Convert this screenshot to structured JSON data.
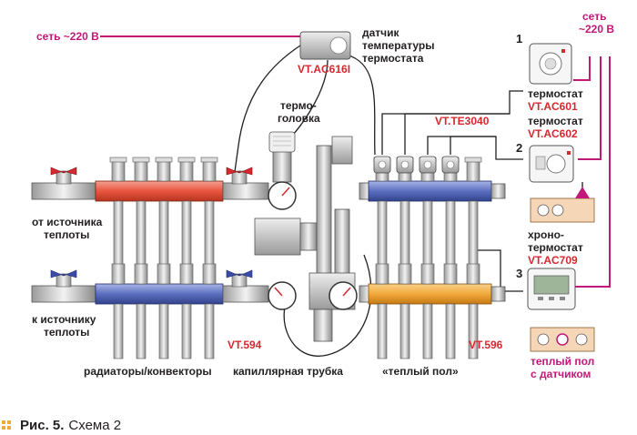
{
  "labels": {
    "mains_left": "сеть ~220 В",
    "mains_right_1": "сеть",
    "mains_right_2": "~220 В",
    "sensor_1": "датчик",
    "sensor_2": "температуры",
    "sensor_3": "термостата",
    "sensor_model": "VT.AC616I",
    "thermohead_1": "термо-",
    "thermohead_2": "головка",
    "actuator_model": "VT.TE3040",
    "from_source_1": "от источника",
    "from_source_2": "теплоты",
    "to_source_1": "к источнику",
    "to_source_2": "теплоты",
    "manifold_left_model": "VT.594",
    "manifold_right_model": "VT.596",
    "radiators": "радиаторы/конвекторы",
    "capillary": "капиллярная трубка",
    "floor": "«теплый пол»"
  },
  "thermostats": [
    {
      "num": "1",
      "label": "термостат",
      "model": "VT.AC601"
    },
    {
      "num": "2",
      "label": "термостат",
      "model": "VT.AC602"
    },
    {
      "num": "3",
      "label_1": "хроно-",
      "label_2": "термостат",
      "model": "VT.AC709"
    }
  ],
  "floor_sensor_1": "теплый пол",
  "floor_sensor_2": "с датчиком",
  "caption": {
    "prefix": "Рис. 5.",
    "text": "Схема 2"
  },
  "colors": {
    "hot": "#e8553f",
    "cold": "#5b6fc0",
    "floor": "#f2a93b",
    "accent": "#d7282f",
    "magenta": "#c2187a",
    "wire": "#231f20"
  }
}
